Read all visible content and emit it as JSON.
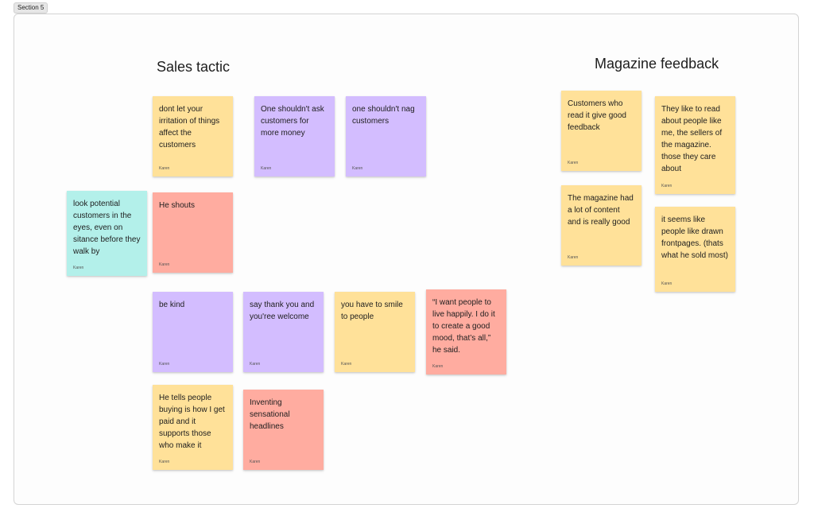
{
  "section": {
    "label": "Section 5"
  },
  "colors": {
    "yellow": "#ffe199",
    "purple": "#d3bdff",
    "red": "#ffaca0",
    "cyan": "#b3f0ea"
  },
  "groups": {
    "sales": {
      "title": "Sales tactic",
      "notes": [
        {
          "text": "dont let your irritation of things affect the customers",
          "author": "Karen",
          "color": "yellow"
        },
        {
          "text": "One shouldn't ask customers for more money",
          "author": "Karen",
          "color": "purple"
        },
        {
          "text": "one shouldn't nag customers",
          "author": "Karen",
          "color": "purple"
        },
        {
          "text": "look potential customers in the eyes, even on sitance before they walk by",
          "author": "Karen",
          "color": "cyan"
        },
        {
          "text": "He shouts",
          "author": "Karen",
          "color": "red"
        },
        {
          "text": "be kind",
          "author": "Karen",
          "color": "purple"
        },
        {
          "text": "say thank you and you'ree welcome",
          "author": "Karen",
          "color": "purple"
        },
        {
          "text": "you have to smile to people",
          "author": "Karen",
          "color": "yellow"
        },
        {
          "text": "“I want people to live happily. I do it to create a good mood, that’s all,” he said.",
          "author": "Karen",
          "color": "red"
        },
        {
          "text": "He tells people buying is how I get paid and it supports those who make it",
          "author": "Karen",
          "color": "yellow"
        },
        {
          "text": "Inventing sensational headlines",
          "author": "Karen",
          "color": "red"
        }
      ]
    },
    "magazine": {
      "title": "Magazine feedback",
      "notes": [
        {
          "text": "Customers who read it give good feedback",
          "author": "Karen",
          "color": "yellow"
        },
        {
          "text": "They like to read about people like me, the sellers of the magazine. those they care about",
          "author": "Karen",
          "color": "yellow"
        },
        {
          "text": "The magazine had a lot of content and is really good",
          "author": "Karen",
          "color": "yellow"
        },
        {
          "text": "it seems like people like drawn frontpages. (thats what he sold most)",
          "author": "Karen",
          "color": "yellow"
        }
      ]
    }
  }
}
